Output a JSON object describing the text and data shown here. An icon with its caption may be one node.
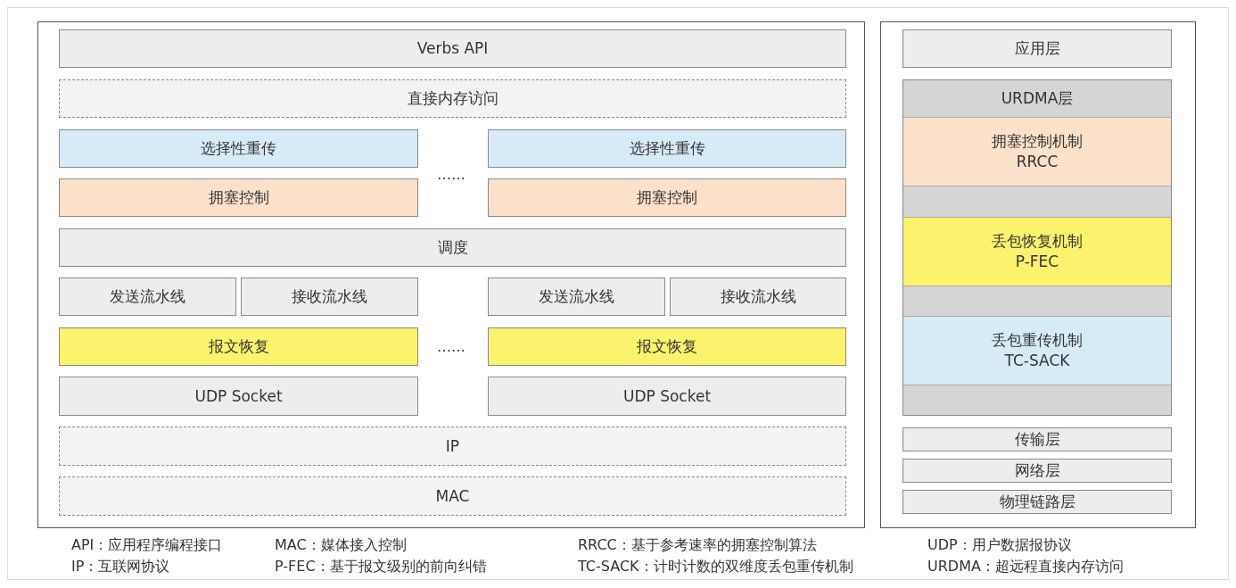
{
  "diagram": {
    "nodes": [
      {
        "text": [],
        "shape": "box"
      },
      {
        "text": [
          "Verbs API"
        ],
        "in": 0
      },
      {
        "text": [
          "直接内存访问"
        ],
        "in": 0
      },
      {
        "text": [
          "选择性重传"
        ],
        "in": 0
      },
      {
        "text": [
          "选择性重传"
        ],
        "in": 0
      },
      {
        "text": [
          "拥塞控制"
        ],
        "in": 0
      },
      {
        "text": [
          "拥塞控制"
        ],
        "in": 0
      },
      {
        "text": [
          "调度"
        ],
        "in": 0
      },
      {
        "text": [
          "发送流水线"
        ],
        "in": 0
      },
      {
        "text": [
          "接收流水线"
        ],
        "in": 0
      },
      {
        "text": [
          "发送流水线"
        ],
        "in": 0
      },
      {
        "text": [
          "接收流水线"
        ],
        "in": 0
      },
      {
        "text": [
          "报文恢复"
        ],
        "in": 0
      },
      {
        "text": [
          "报文恢复"
        ],
        "in": 0
      },
      {
        "text": [
          "UDP Socket"
        ],
        "in": 0
      },
      {
        "text": [
          "UDP Socket"
        ],
        "in": 0
      },
      {
        "text": [
          "IP"
        ],
        "in": 0
      },
      {
        "text": [
          "MAC"
        ],
        "in": 0
      },
      {
        "text": [],
        "shape": "box"
      },
      {
        "text": [
          "应用层"
        ],
        "in": 18
      },
      {
        "text": [
          "URDMA层"
        ],
        "in": 18
      },
      {
        "text": [
          "拥塞控制机制",
          "RRCC"
        ],
        "in": 20
      },
      {
        "text": [
          "丢包恢复机制",
          "P-FEC"
        ],
        "in": 20
      },
      {
        "text": [
          "丢包重传机制",
          "TC-SACK"
        ],
        "in": 20
      },
      {
        "text": [
          "传输层"
        ],
        "in": 18
      },
      {
        "text": [
          "网络层"
        ],
        "in": 18
      },
      {
        "text": [
          "物理链路层"
        ],
        "in": 18
      }
    ],
    "labels": [
      "……",
      "……",
      "API：应用程序编程接口",
      "MAC：媒体接入控制",
      "RRCC：基于参考速率的拥塞控制算法",
      "UDP：用户数据报协议",
      "IP：互联网协议",
      "P-FEC：基于报文级别的前向纠错",
      "TC-SACK：计时计数的双维度丢包重传机制",
      "URDMA：超远程直接内存访问"
    ]
  }
}
